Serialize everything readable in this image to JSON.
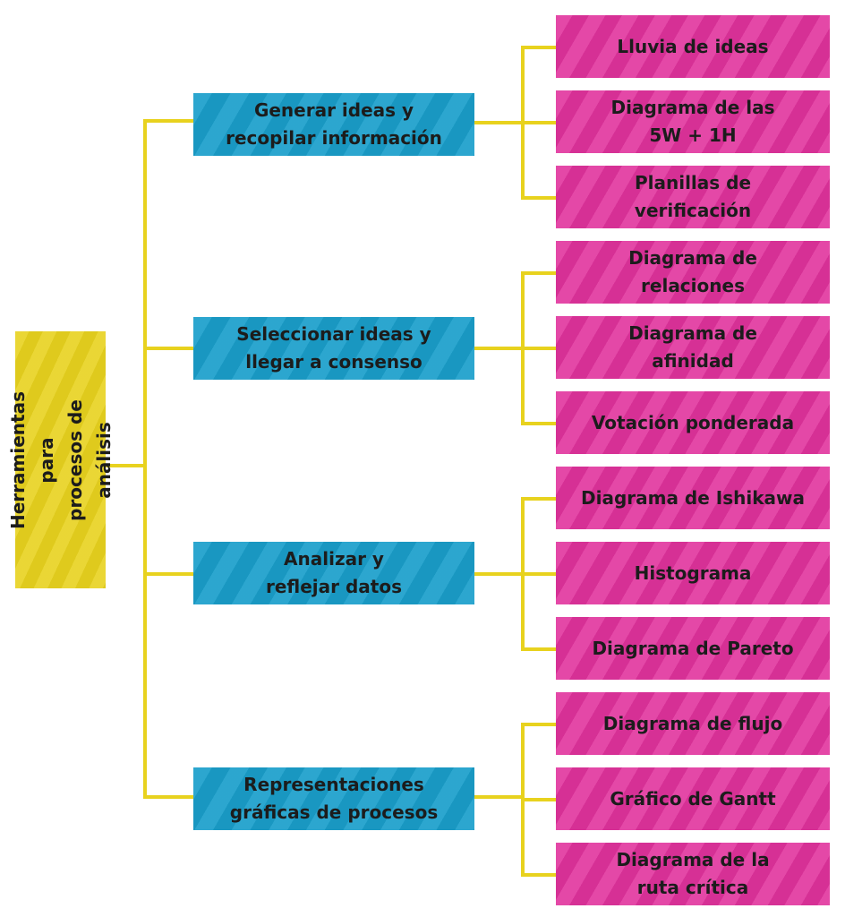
{
  "colors": {
    "root": "#e8d21e",
    "category": "#1a9fcb",
    "tool": "#e1339d",
    "connector": "#e8d21e",
    "text": "#1c1c1c"
  },
  "root": {
    "label": "Herramientas para\nprocesos de análisis"
  },
  "categories": [
    {
      "label": "Generar ideas y\nrecopilar información",
      "tools": [
        "Lluvia de ideas",
        "Diagrama de las\n5W + 1H",
        "Planillas de\nverificación"
      ]
    },
    {
      "label": "Seleccionar ideas y\nllegar a consenso",
      "tools": [
        "Diagrama de\nrelaciones",
        "Diagrama de\nafinidad",
        "Votación ponderada"
      ]
    },
    {
      "label": "Analizar y\nreflejar datos",
      "tools": [
        "Diagrama de Ishikawa",
        "Histograma",
        "Diagrama de Pareto"
      ]
    },
    {
      "label": "Representaciones\ngráficas de procesos",
      "tools": [
        "Diagrama de flujo",
        "Gráfico de Gantt",
        "Diagrama de la\nruta crítica"
      ]
    }
  ]
}
